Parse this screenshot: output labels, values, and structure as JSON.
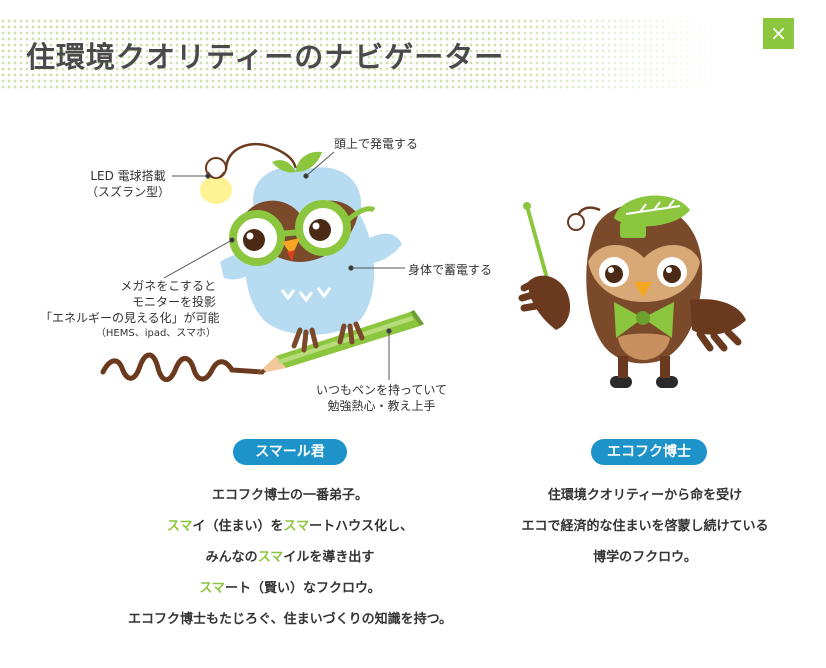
{
  "header": {
    "title": "住環境クオリティーのナビゲーター",
    "close_label": "×"
  },
  "colors": {
    "accent_green": "#8cc63f",
    "badge_blue": "#1d93c9"
  },
  "callouts": {
    "led_line1": "LED 電球搭載",
    "led_line2": "（スズラン型）",
    "head_power": "頭上で発電する",
    "body_storage": "身体で蓄電する",
    "glasses_line1": "メガネをこすると",
    "glasses_line2": "モニターを投影",
    "glasses_line3": "「エネルギーの見える化」が可能",
    "glasses_line4": "（HEMS、ipad、スマホ）",
    "pen_line1": "いつもペンを持っていて",
    "pen_line2": "勉強熱心・教え上手"
  },
  "characters": [
    {
      "name": "スマール君",
      "lines": [
        [
          {
            "t": "エコフク博士の一番弟子。"
          }
        ],
        [
          {
            "t": "スマ",
            "hl": true
          },
          {
            "t": "イ（住まい）を"
          },
          {
            "t": "スマ",
            "hl": true
          },
          {
            "t": "ートハウス化し、"
          }
        ],
        [
          {
            "t": "みんなの"
          },
          {
            "t": "スマ",
            "hl": true
          },
          {
            "t": "イルを導き出す"
          }
        ],
        [
          {
            "t": "スマ",
            "hl": true
          },
          {
            "t": "ート（賢い）なフクロウ。"
          }
        ],
        [
          {
            "t": "エコフク博士もたじろぐ、住まいづくりの知識を持つ。"
          }
        ]
      ]
    },
    {
      "name": "エコフク博士",
      "lines": [
        [
          {
            "t": "住環境クオリティーから命を受け"
          }
        ],
        [
          {
            "t": "エコで経済的な住まいを啓蒙し続けている"
          }
        ],
        [
          {
            "t": "博学のフクロウ。"
          }
        ]
      ]
    }
  ]
}
